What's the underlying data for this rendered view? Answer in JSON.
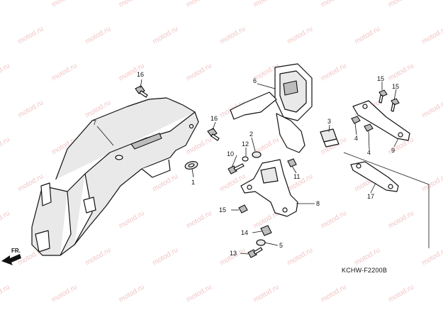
{
  "watermark_text": "motod.ru",
  "figure_code": "KCHW-F2200B",
  "direction_label": "FR.",
  "callouts": [
    "1",
    "2",
    "3",
    "4",
    "4",
    "5",
    "6",
    "7",
    "8",
    "9",
    "10",
    "11",
    "12",
    "13",
    "14",
    "15",
    "15",
    "15",
    "16",
    "16",
    "17"
  ]
}
